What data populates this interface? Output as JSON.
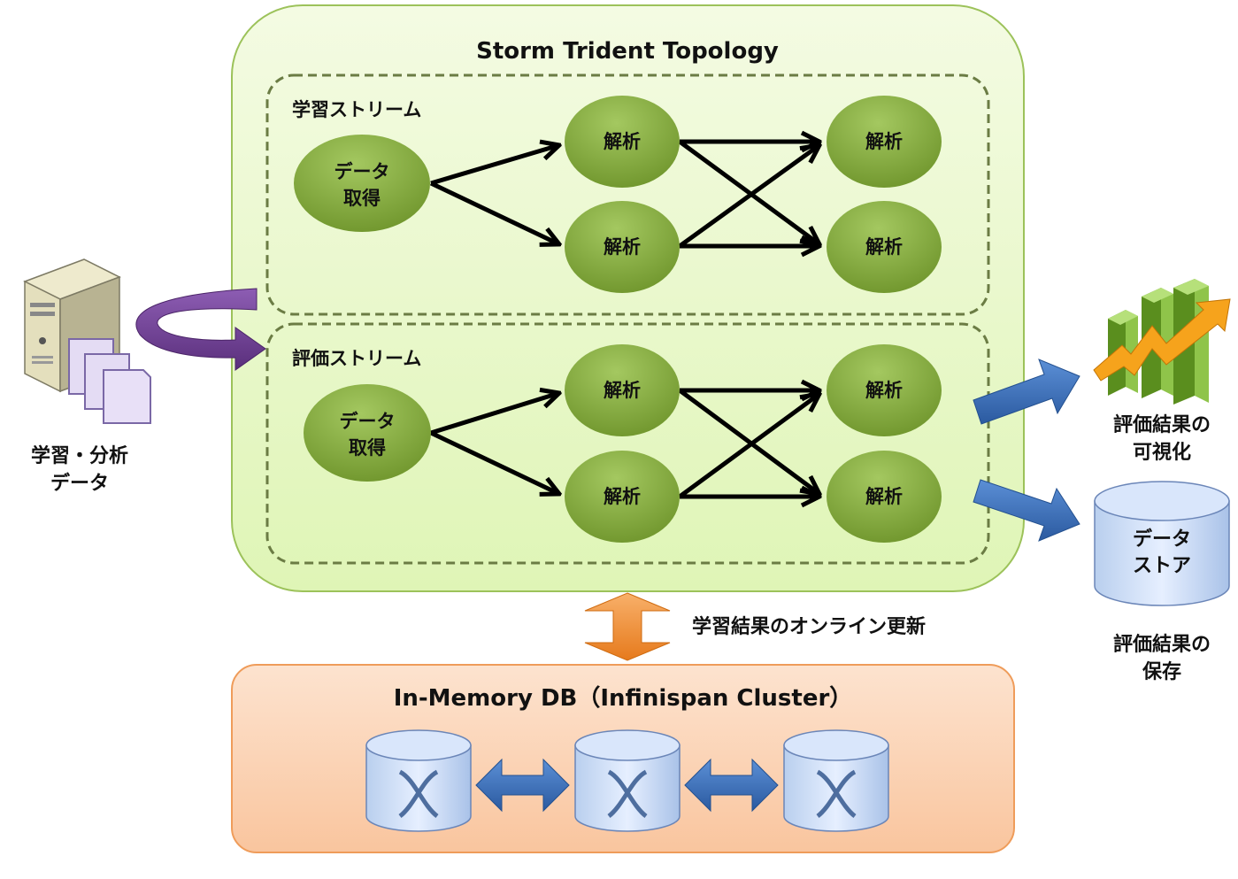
{
  "topology": {
    "title": "Storm Trident Topology"
  },
  "learning_stream": {
    "label": "学習ストリーム",
    "source": [
      "データ",
      "取得"
    ],
    "analysis_a1": "解析",
    "analysis_a2": "解析",
    "analysis_b1": "解析",
    "analysis_b2": "解析"
  },
  "evaluation_stream": {
    "label": "評価ストリーム",
    "source": [
      "データ",
      "取得"
    ],
    "analysis_a1": "解析",
    "analysis_a2": "解析",
    "analysis_b1": "解析",
    "analysis_b2": "解析"
  },
  "input_data": {
    "label": [
      "学習・分析",
      "データ"
    ]
  },
  "visualization": {
    "label": [
      "評価結果の",
      "可視化"
    ]
  },
  "datastore": {
    "label": [
      "データ",
      "ストア"
    ]
  },
  "storage": {
    "label": [
      "評価結果の",
      "保存"
    ]
  },
  "online_update": {
    "label": "学習結果のオンライン更新"
  },
  "memory_db": {
    "title": "In-Memory DB（Infinispan Cluster）"
  },
  "colors": {
    "topology_fill": "#e9f8cc",
    "topology_border": "#9cc25a",
    "node_fill": "#7ea33a",
    "db_fill": "#fbd3b2",
    "db_border": "#ef9c5a",
    "blue_arrow": "#3a6fb6",
    "orange_arrow": "#f2912f",
    "purple_arrow": "#6d3f8e"
  }
}
